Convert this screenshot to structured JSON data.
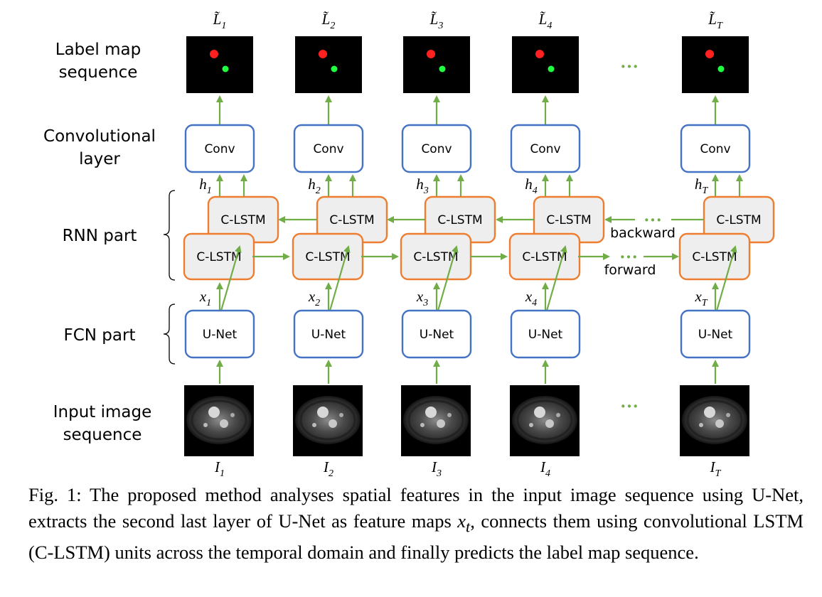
{
  "row_labels": {
    "label_map": [
      "Label map",
      "sequence"
    ],
    "conv_layer": [
      "Convolutional",
      "layer"
    ],
    "rnn_part": "RNN part",
    "fcn_part": "FCN part",
    "input_image": [
      "Input image",
      "sequence"
    ]
  },
  "columns": [
    {
      "label_sub": "1",
      "h_sub": "1",
      "x_sub": "1",
      "i_sub": "1"
    },
    {
      "label_sub": "2",
      "h_sub": "2",
      "x_sub": "2",
      "i_sub": "2"
    },
    {
      "label_sub": "3",
      "h_sub": "3",
      "x_sub": "3",
      "i_sub": "3"
    },
    {
      "label_sub": "4",
      "h_sub": "4",
      "x_sub": "4",
      "i_sub": "4"
    },
    {
      "label_sub": "T",
      "h_sub": "T",
      "x_sub": "T",
      "i_sub": "T"
    }
  ],
  "symbols": {
    "label": "L̃",
    "hidden": "h",
    "feature": "x",
    "image": "I"
  },
  "boxes": {
    "conv": "Conv",
    "clstm": "C-LSTM",
    "unet": "U-Net"
  },
  "directions": {
    "backward": "backward",
    "forward": "forward"
  },
  "ellipsis": "···",
  "caption": {
    "lead": "Fig. 1: The proposed method analyses spatial features in the input image sequence using U-Net, extracts the second last layer of U-Net as feature maps ",
    "math_x": "x",
    "math_sub": "t",
    "tail": ", connects them using convolutional LSTM (C-LSTM) units across the temporal domain and finally predicts the label map sequence."
  },
  "colors": {
    "arrow_green": "#70ad47",
    "conv_border": "#4472c4",
    "clstm_border": "#ed7d31",
    "clstm_fill": "#eeeeee",
    "label_red": "#ff2020",
    "label_green": "#20ff40"
  }
}
